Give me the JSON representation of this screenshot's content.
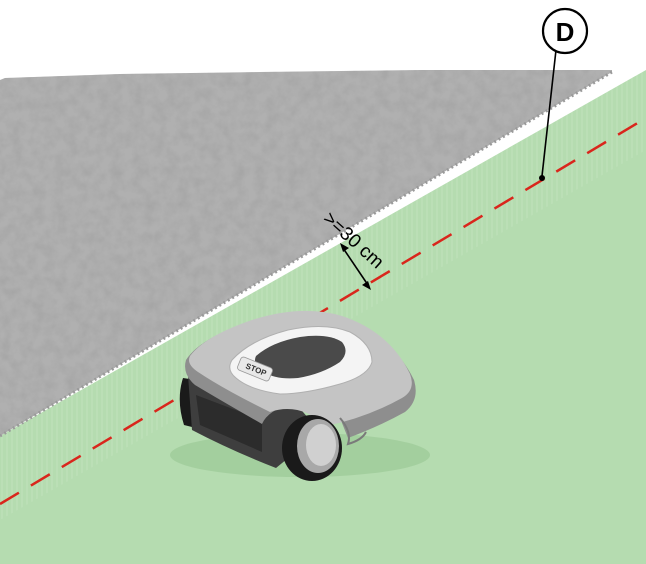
{
  "callout": {
    "label": "D"
  },
  "distance": {
    "label": ">=30 cm"
  },
  "mower": {
    "button_label": "STOP"
  },
  "colors": {
    "lawn": "#b5dcb0",
    "hedge": "#a9a9a9",
    "boundary_wire": "#d9261c"
  }
}
